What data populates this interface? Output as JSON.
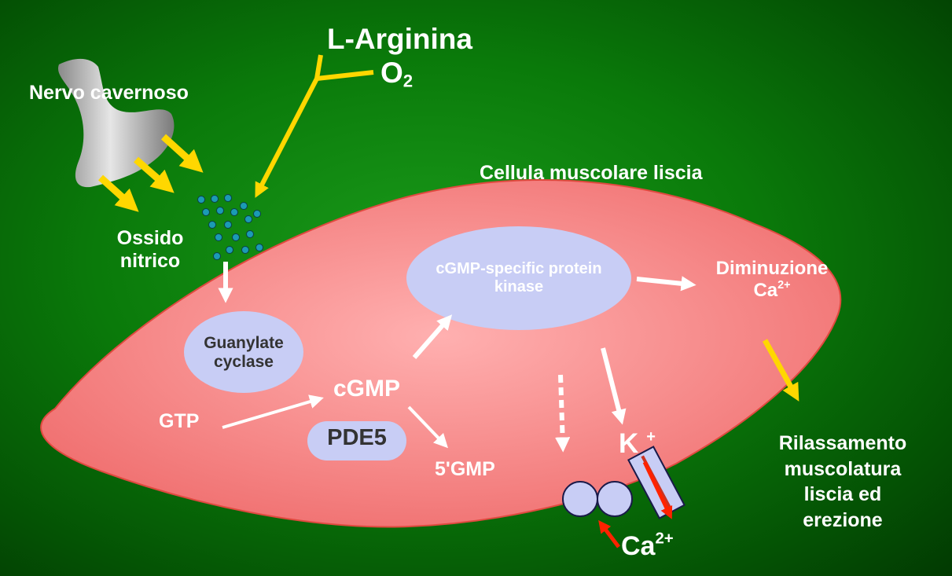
{
  "labels": {
    "l_arginina": "L-Arginina",
    "o2_base": "O",
    "o2_sub": "2",
    "nervo": "Nervo cavernoso",
    "cellula": "Cellula muscolare liscia",
    "ossido_line1": "Ossido",
    "ossido_line2": "nitrico",
    "guanylate_line1": "Guanylate",
    "guanylate_line2": "cyclase",
    "kinase_line1": "cGMP-specific protein",
    "kinase_line2": "kinase",
    "diminuzione": "Diminuzione",
    "ca_dim_base": "Ca",
    "ca_dim_sup": "2+",
    "cgmp": "cGMP",
    "gtp": "GTP",
    "pde5": "PDE5",
    "gmp5": "5'GMP",
    "k_base": "K",
    "k_sup": "+",
    "ca_bottom_base": "Ca",
    "ca_bottom_sup": "2+",
    "rilassamento_line1": "Rilassamento",
    "rilassamento_line2": "muscolatura",
    "rilassamento_line3": "liscia ed",
    "rilassamento_line4": "erezione"
  },
  "colors": {
    "background": "#0a7a0a",
    "cell_fill": "#f08a8a",
    "cell_edge": "#e0493f",
    "oval_fill": "#c8cdf5",
    "yellow_arrow": "#ffd700",
    "white_arrow": "#ffffff",
    "red_arrow": "#ff2200",
    "no_dot": "#1b9bb5",
    "nerve": "#a8a8a8"
  }
}
